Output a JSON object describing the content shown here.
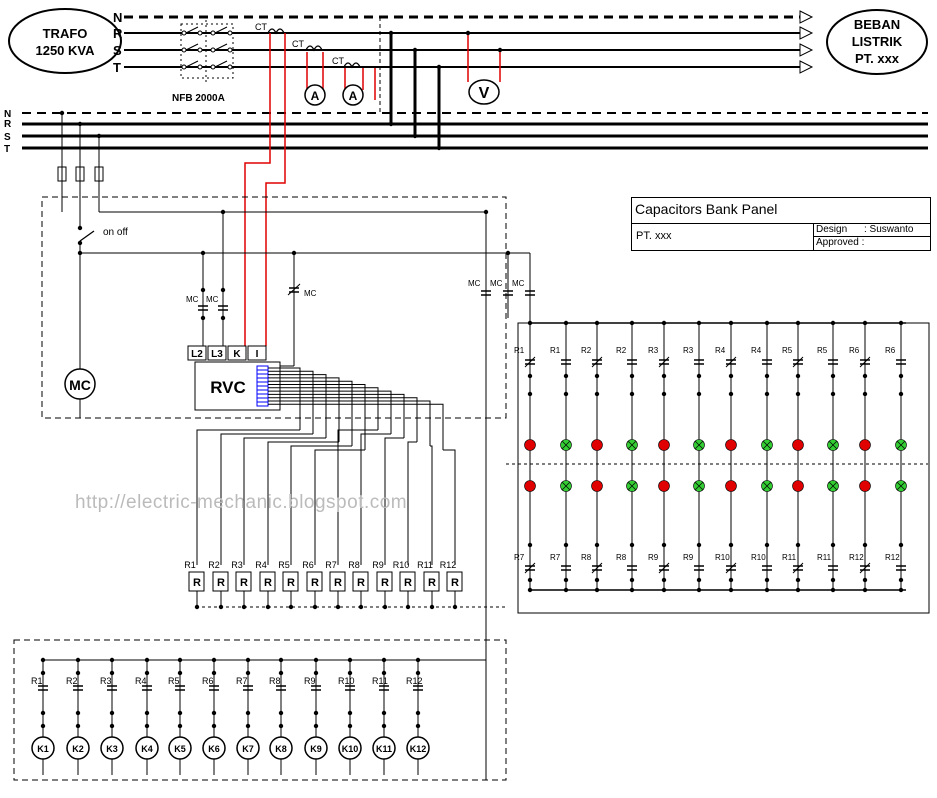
{
  "trafo": {
    "line1": "TRAFO",
    "line2": "1250 KVA"
  },
  "load": {
    "line1": "BEBAN",
    "line2": "LISTRIK",
    "line3": "PT. xxx"
  },
  "phases": [
    "N",
    "R",
    "S",
    "T"
  ],
  "breaker_label": "NFB 2000A",
  "ct_label": "CT",
  "ammeter_label": "A",
  "voltmeter_label": "V",
  "switch_label": "on off",
  "mc_label": "MC",
  "motor_contactor_label": "MC",
  "rvc": {
    "name": "RVC",
    "terminals": [
      "L2",
      "L3",
      "K",
      "I"
    ]
  },
  "relay_letter": "R",
  "relays": [
    "R1",
    "R2",
    "R3",
    "R4",
    "R5",
    "R6",
    "R7",
    "R8",
    "R9",
    "R10",
    "R11",
    "R12"
  ],
  "contactors": [
    "K1",
    "K2",
    "K3",
    "K4",
    "K5",
    "K6",
    "K7",
    "K8",
    "K9",
    "K10",
    "K11",
    "K12"
  ],
  "cap_top_labels": [
    "R1",
    "R1",
    "R2",
    "R2",
    "R3",
    "R3",
    "R4",
    "R4",
    "R5",
    "R5",
    "R6",
    "R6"
  ],
  "cap_bottom_labels": [
    "R7",
    "R7",
    "R8",
    "R8",
    "R9",
    "R9",
    "R10",
    "R10",
    "R11",
    "R11",
    "R12",
    "R12"
  ],
  "lamp_colors": {
    "red": "#e00000",
    "green": "#33cc33"
  },
  "wire_colors": {
    "control": "#e00000"
  },
  "title_block": {
    "title": "Capacitors Bank Panel",
    "company": "PT. xxx",
    "design_label": "Design",
    "designer": ": Suswanto",
    "approved_label": "Approved :"
  },
  "watermark": "http://electric-mechanic.blogspot.com"
}
